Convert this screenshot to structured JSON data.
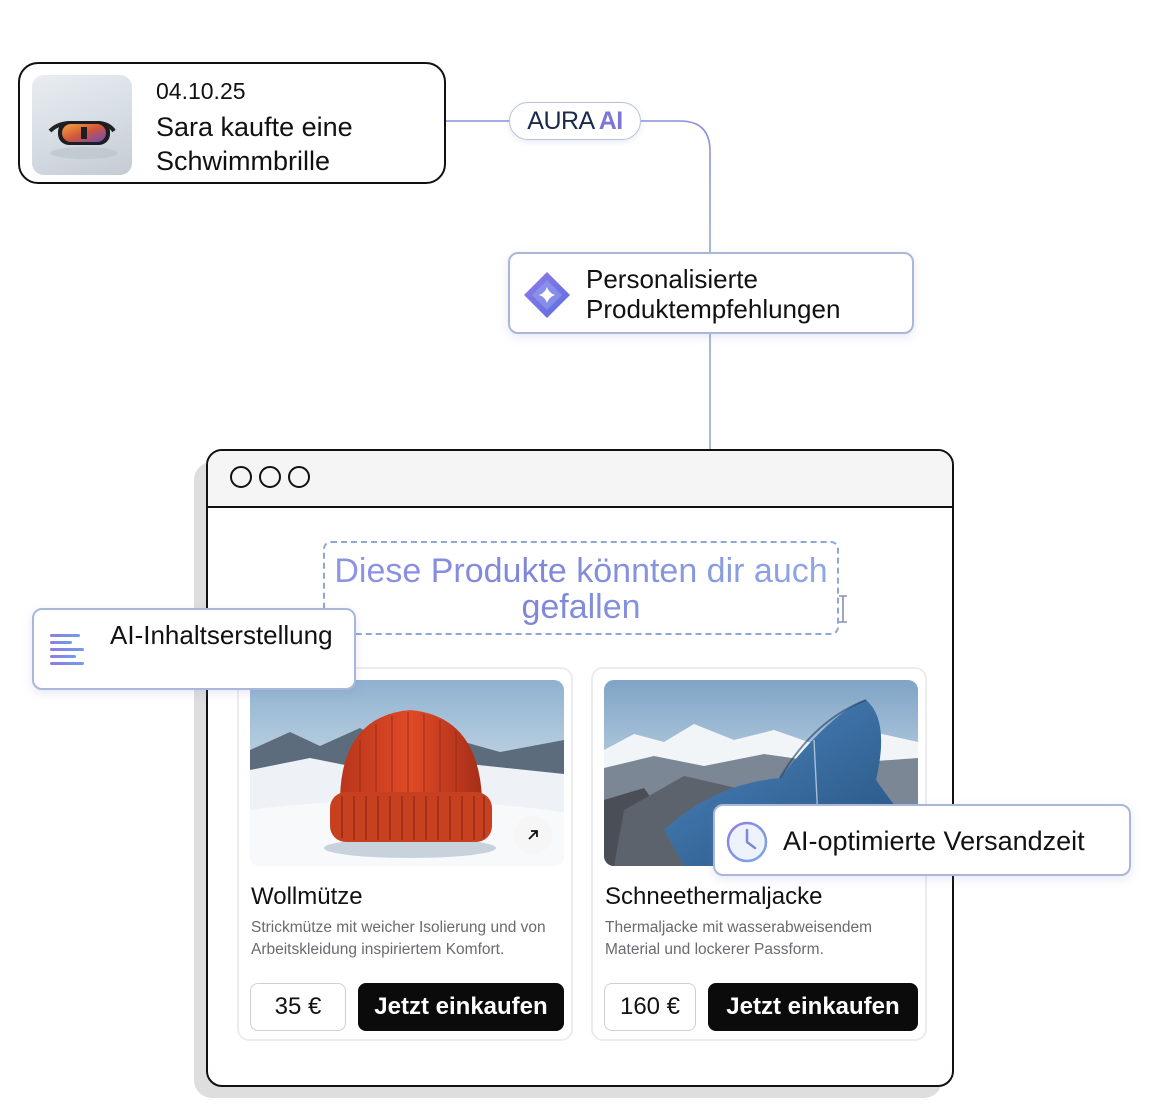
{
  "purchase": {
    "date": "04.10.25",
    "text": "Sara kaufte eine Schwimmbrille",
    "image_icon": "ski-goggles-image"
  },
  "aura": {
    "name": "AURA",
    "ai": "AI"
  },
  "features": {
    "personalized": {
      "label": "Personalisierte Produktempfehlungen",
      "icon": "diamond-sparkle-icon"
    },
    "content": {
      "label": "AI-Inhaltserstellung",
      "icon": "text-lines-icon"
    },
    "shipping": {
      "label": "AI-optimierte Versandzeit",
      "icon": "clock-icon"
    }
  },
  "browser": {
    "headline": "Diese Produkte könnten dir auch gefallen",
    "products": [
      {
        "name": "Wollmütze",
        "description": "Strickmütze mit weicher Isolierung und von Arbeitskleidung inspiriertem Komfort.",
        "price": "35 €",
        "cta": "Jetzt einkaufen",
        "image_icon": "beanie-image"
      },
      {
        "name": "Schneethermaljacke",
        "description": "Thermaljacke mit wasserabweisendem Material und lockerer Passform.",
        "price": "160 €",
        "cta": "Jetzt einkaufen",
        "image_icon": "jacket-image"
      }
    ]
  },
  "colors": {
    "accent": "#7d76d9",
    "connector": "#8a8fd8",
    "box_border": "#a9b8da",
    "button": "#0b0b0c"
  }
}
